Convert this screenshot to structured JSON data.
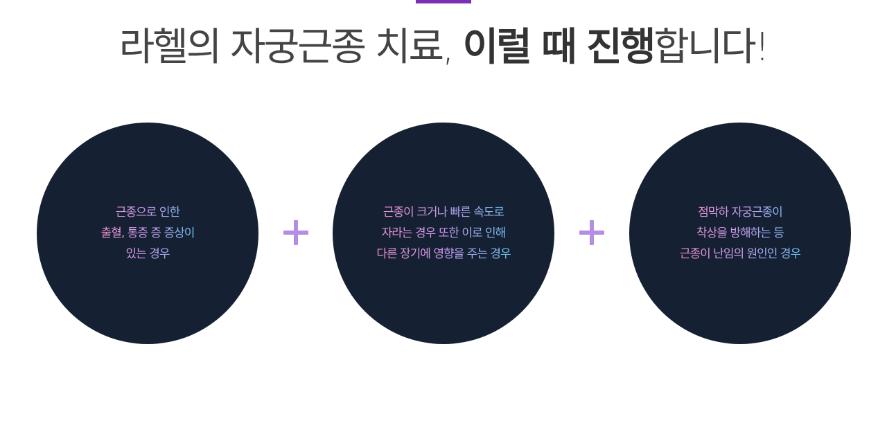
{
  "colors": {
    "accent_bar": "#7b2fb5",
    "circle_bg": "#152132",
    "plus": "#b48ee3",
    "gradient_pink": "#f08fd0",
    "gradient_purple": "#c89bf0",
    "gradient_blue": "#6fc4f2"
  },
  "headline": {
    "part1": "라헬의 자궁근종 치료, ",
    "emphasis": "이럴 때 진행",
    "part2": "합니다!"
  },
  "cards": [
    {
      "lines": [
        "근종으로 인한",
        "출혈, 통증 증 증상이",
        "있는 경우"
      ]
    },
    {
      "lines": [
        "근종이 크거나 빠른 속도로",
        "자라는 경우 또한 이로 인해",
        "다른 장기에 영향을 주는 경우"
      ]
    },
    {
      "lines": [
        "점막하 자궁근종이",
        "착상을 방해하는 등",
        "근종이 난임의 원인인 경우"
      ]
    }
  ],
  "icons": {
    "separator": "plus-icon"
  }
}
